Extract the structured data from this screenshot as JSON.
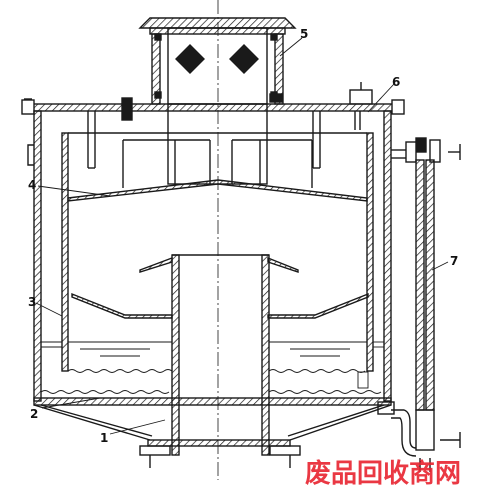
{
  "diagram": {
    "callouts": [
      {
        "id": "1",
        "text": "1"
      },
      {
        "id": "2",
        "text": "2"
      },
      {
        "id": "3",
        "text": "3"
      },
      {
        "id": "4",
        "text": "4"
      },
      {
        "id": "5",
        "text": "5"
      },
      {
        "id": "6",
        "text": "6"
      },
      {
        "id": "7",
        "text": "7"
      }
    ],
    "watermark": {
      "text": "废品回收商网",
      "color": "#e8232f"
    },
    "colors": {
      "line": "#1a1a1a",
      "hatch": "#1a1a1a",
      "background": "#ffffff"
    }
  }
}
